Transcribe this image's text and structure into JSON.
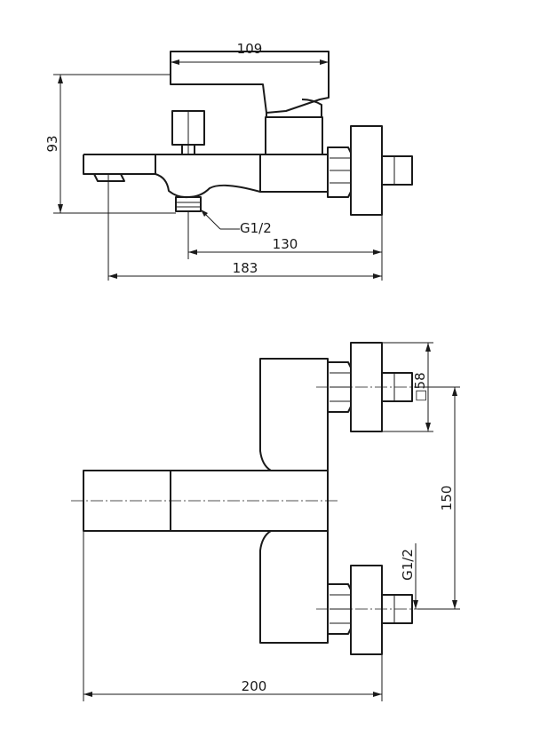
{
  "dimensions": {
    "side_view": {
      "width_top": "109",
      "height": "93",
      "thread": "G1/2",
      "length_130": "130",
      "length_183": "183"
    },
    "top_view": {
      "square": "□58",
      "center_distance": "150",
      "thread": "G1/2",
      "overall_width": "200"
    }
  }
}
